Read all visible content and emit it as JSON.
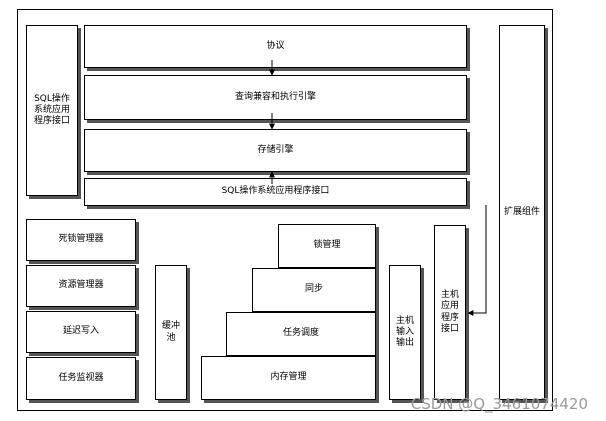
{
  "left_column": {
    "sql_os_interface": "SQL操作系统应用程序接口"
  },
  "core_stack": {
    "protocol": "协议",
    "query_engine": "查询兼容和执行引擎",
    "storage_engine": "存储引擎",
    "sql_os_api": "SQL操作系统应用程序接口"
  },
  "managers": {
    "deadlock": "死锁管理器",
    "resource": "资源管理器",
    "lazy_writer": "延迟写入",
    "task_monitor": "任务监视器"
  },
  "buffer_pool": "缓冲池",
  "stairs": {
    "lock": "锁管理",
    "sync": "同步",
    "task_sched": "任务调度",
    "memory": "内存管理"
  },
  "host_io": "主机输入输出",
  "host_app_api": "主机应用程序接口",
  "extension": "扩展组件",
  "watermark": "CSDN @Q_3461074420"
}
